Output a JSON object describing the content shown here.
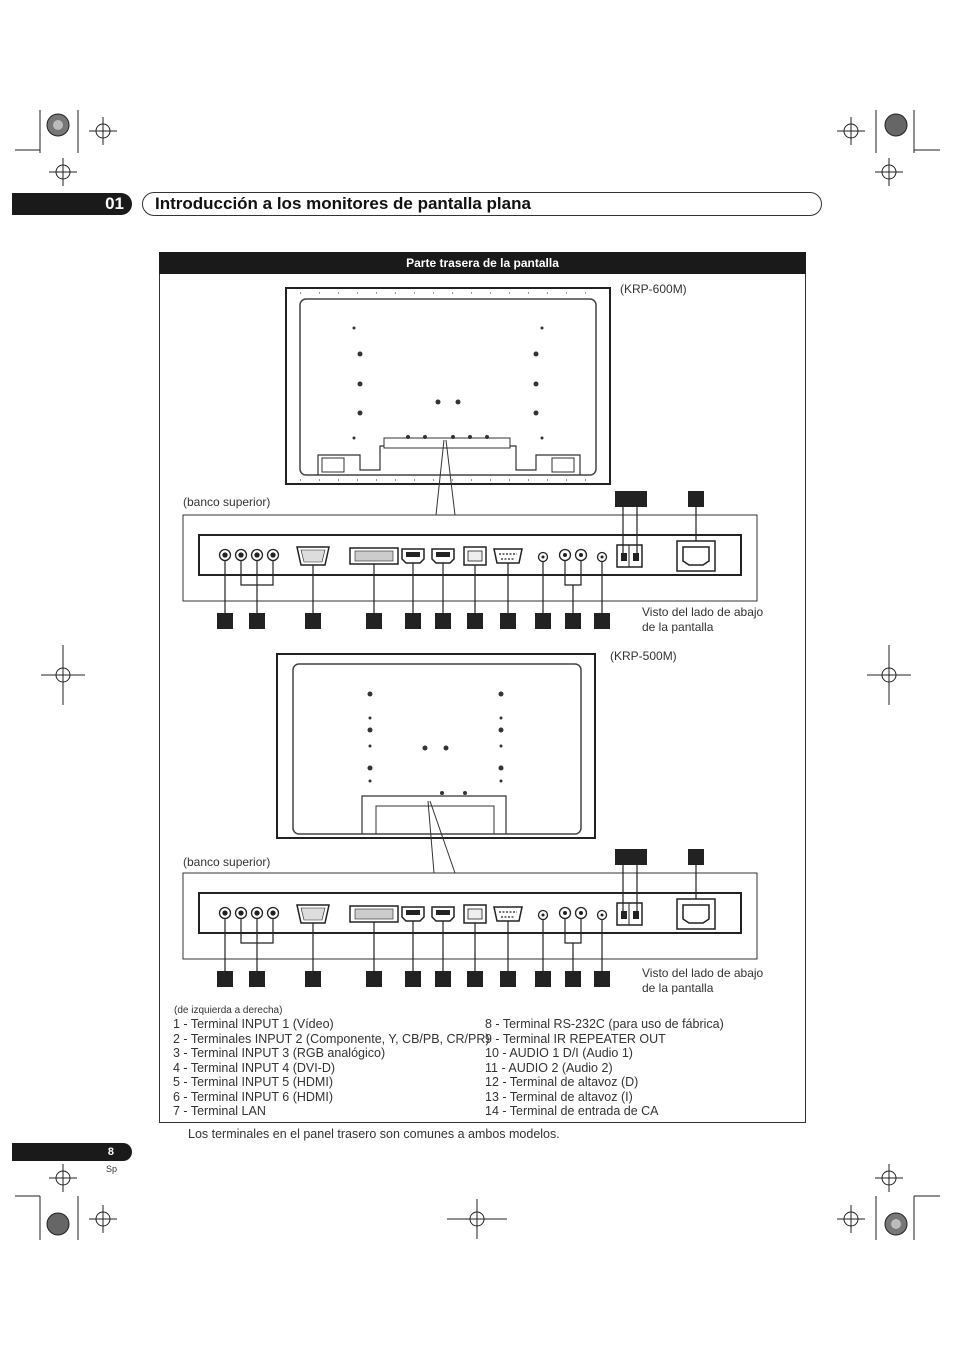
{
  "header": {
    "chapter_number": "01",
    "chapter_title": "Introducción a los monitores de pantalla plana"
  },
  "section": {
    "title": "Parte trasera de la pantalla"
  },
  "diagram_top": {
    "model_label": "(KRP-600M)",
    "bank_label": "(banco superior)",
    "view_note_line1": "Visto del lado de abajo",
    "view_note_line2": "de la pantalla"
  },
  "diagram_bottom": {
    "model_label": "(KRP-500M)",
    "bank_label": "(banco superior)",
    "view_note_line1": "Visto del lado de abajo",
    "view_note_line2": "de la pantalla"
  },
  "legend": {
    "heading": "(de izquierda a derecha)",
    "left": [
      "1 - Terminal INPUT 1 (Vídeo)",
      "2 - Terminales INPUT 2 (Componente, Y, CB/PB, CR/PR)",
      "3 - Terminal INPUT 3 (RGB analógico)",
      "4 - Terminal INPUT 4 (DVI-D)",
      "5 - Terminal INPUT 5 (HDMI)",
      "6 - Terminal INPUT 6 (HDMI)",
      "7 - Terminal LAN"
    ],
    "right": [
      "8 - Terminal RS-232C (para uso de fábrica)",
      "9 - Terminal IR REPEATER OUT",
      "10 - AUDIO 1 D/I (Audio 1)",
      "11 - AUDIO 2 (Audio 2)",
      "12 - Terminal de altavoz (D)",
      "13 - Terminal de altavoz (I)",
      "14 - Terminal de entrada de CA"
    ]
  },
  "footnote": "Los terminales en el panel trasero son comunes a ambos modelos.",
  "footer": {
    "page_number": "8",
    "language": "Sp"
  }
}
